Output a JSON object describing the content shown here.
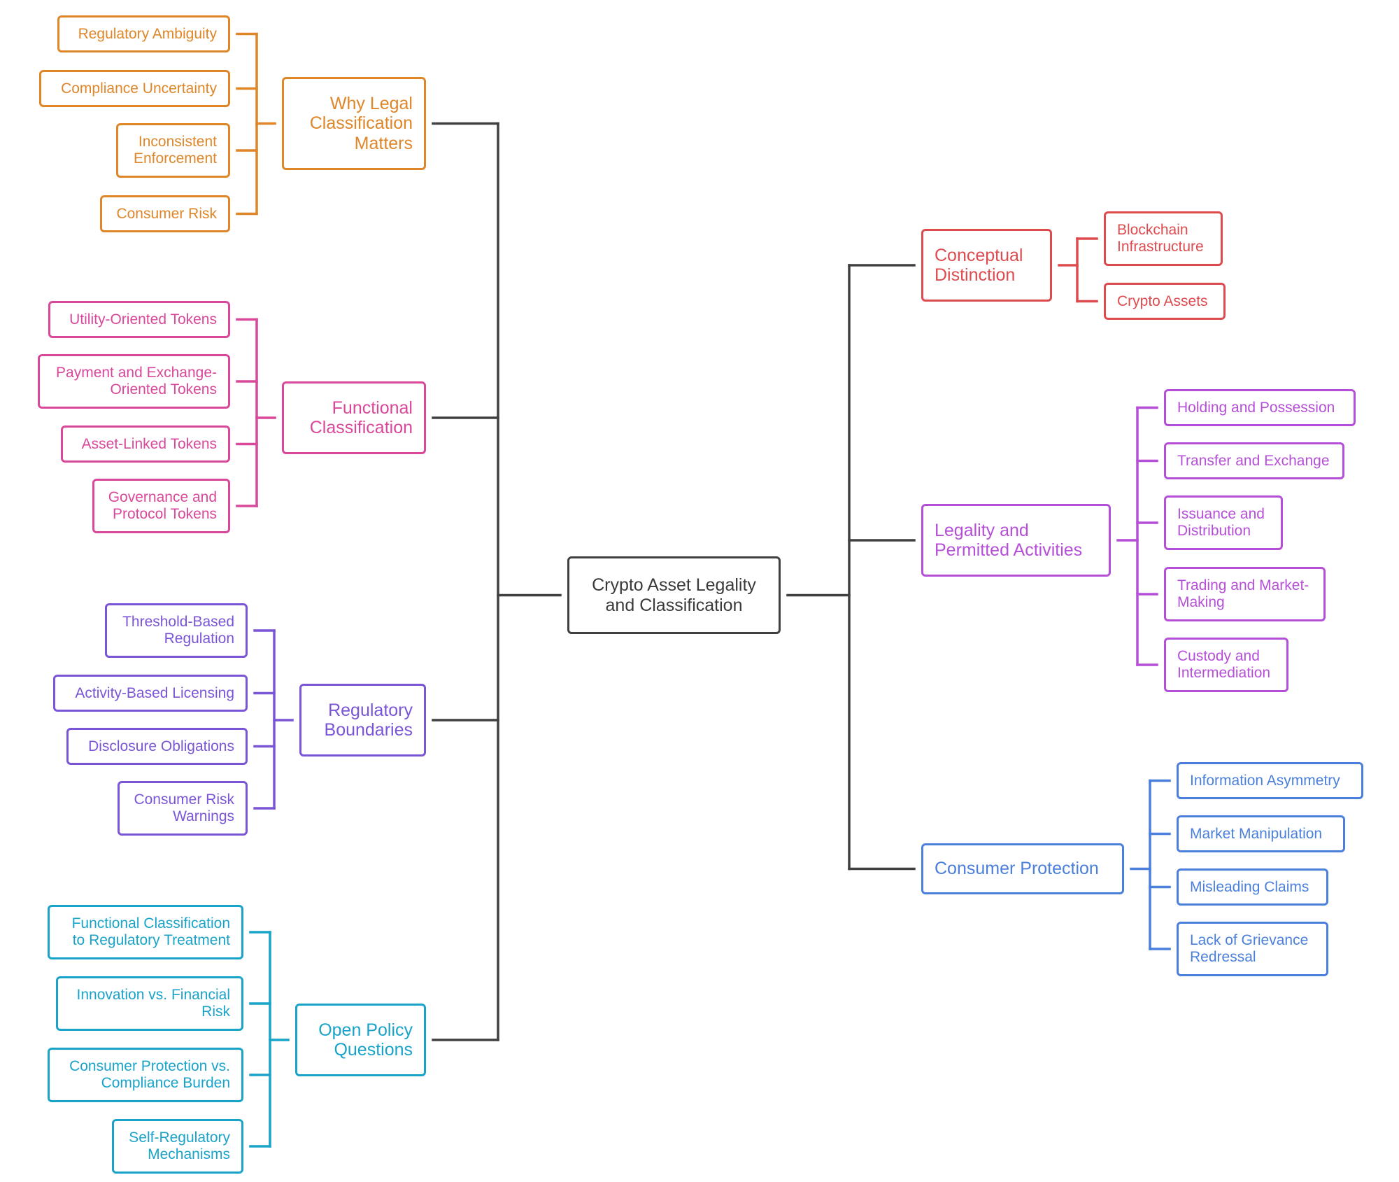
{
  "root": {
    "label": "Crypto Asset Legality and Classification"
  },
  "colors": {
    "orange": "#de8628",
    "pink": "#d9489a",
    "violet": "#7a55d6",
    "teal": "#1aa3c9",
    "red": "#de4b4f",
    "magenta": "#b64fd8",
    "blue": "#4a7fdc",
    "connector": "#404040"
  },
  "left_branches": [
    {
      "label": "Why Legal Classification Matters",
      "color": "orange",
      "children": [
        "Regulatory Ambiguity",
        "Compliance Uncertainty",
        "Inconsistent Enforcement",
        "Consumer Risk"
      ]
    },
    {
      "label": "Functional Classification",
      "color": "pink",
      "children": [
        "Utility-Oriented Tokens",
        "Payment and Exchange-Oriented Tokens",
        "Asset-Linked Tokens",
        "Governance and Protocol Tokens"
      ]
    },
    {
      "label": "Regulatory Boundaries",
      "color": "violet",
      "children": [
        "Threshold-Based Regulation",
        "Activity-Based Licensing",
        "Disclosure Obligations",
        "Consumer Risk Warnings"
      ]
    },
    {
      "label": "Open Policy Questions",
      "color": "teal",
      "children": [
        "Functional Classification to Regulatory Treatment",
        "Innovation vs. Financial Risk",
        "Consumer Protection vs. Compliance Burden",
        "Self-Regulatory Mechanisms"
      ]
    }
  ],
  "right_branches": [
    {
      "label": "Conceptual Distinction",
      "color": "red",
      "children": [
        "Blockchain Infrastructure",
        "Crypto Assets"
      ]
    },
    {
      "label": "Legality and Permitted Activities",
      "color": "magenta",
      "children": [
        "Holding and Possession",
        "Transfer and Exchange",
        "Issuance and Distribution",
        "Trading and Market-Making",
        "Custody and Intermediation"
      ]
    },
    {
      "label": "Consumer Protection",
      "color": "blue",
      "children": [
        "Information Asymmetry",
        "Market Manipulation",
        "Misleading Claims",
        "Lack of Grievance Redressal"
      ]
    }
  ]
}
